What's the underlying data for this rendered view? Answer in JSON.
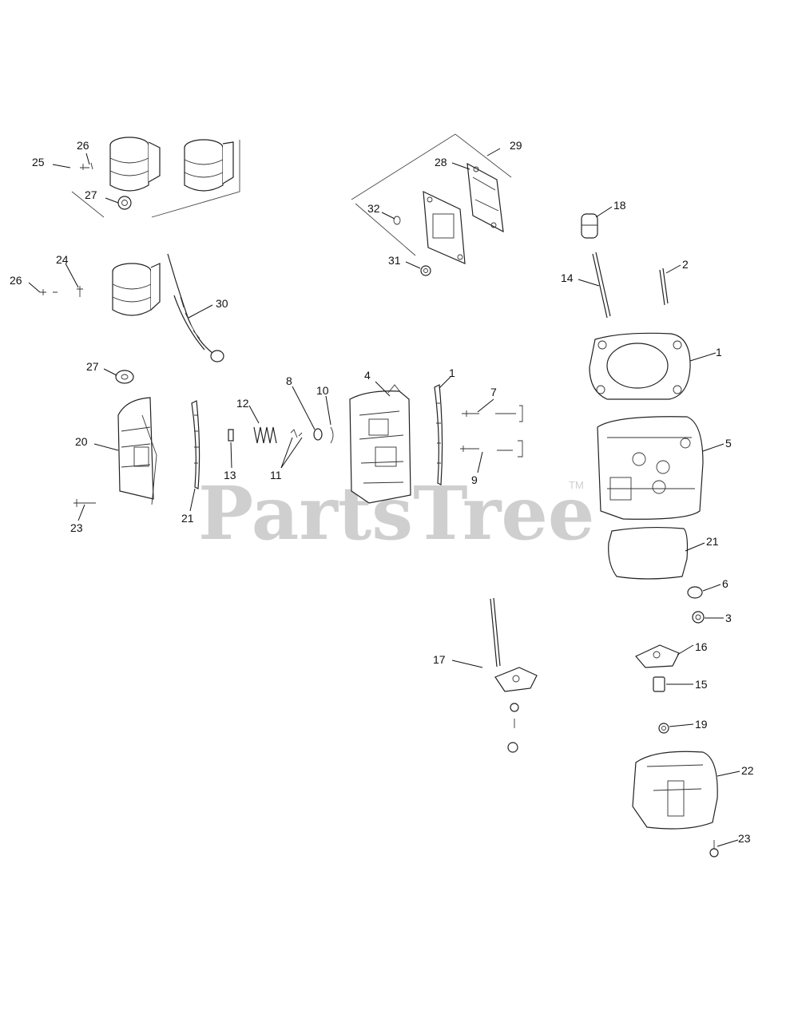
{
  "watermark": {
    "text": "PartsTree",
    "trademark": "TM"
  },
  "callouts": [
    "1",
    "1",
    "2",
    "3",
    "4",
    "5",
    "6",
    "7",
    "8",
    "9",
    "10",
    "11",
    "12",
    "13",
    "14",
    "15",
    "16",
    "17",
    "18",
    "19",
    "20",
    "21",
    "21",
    "22",
    "23",
    "23",
    "24",
    "25",
    "26",
    "26",
    "27",
    "27",
    "28",
    "29",
    "30",
    "31",
    "32"
  ]
}
